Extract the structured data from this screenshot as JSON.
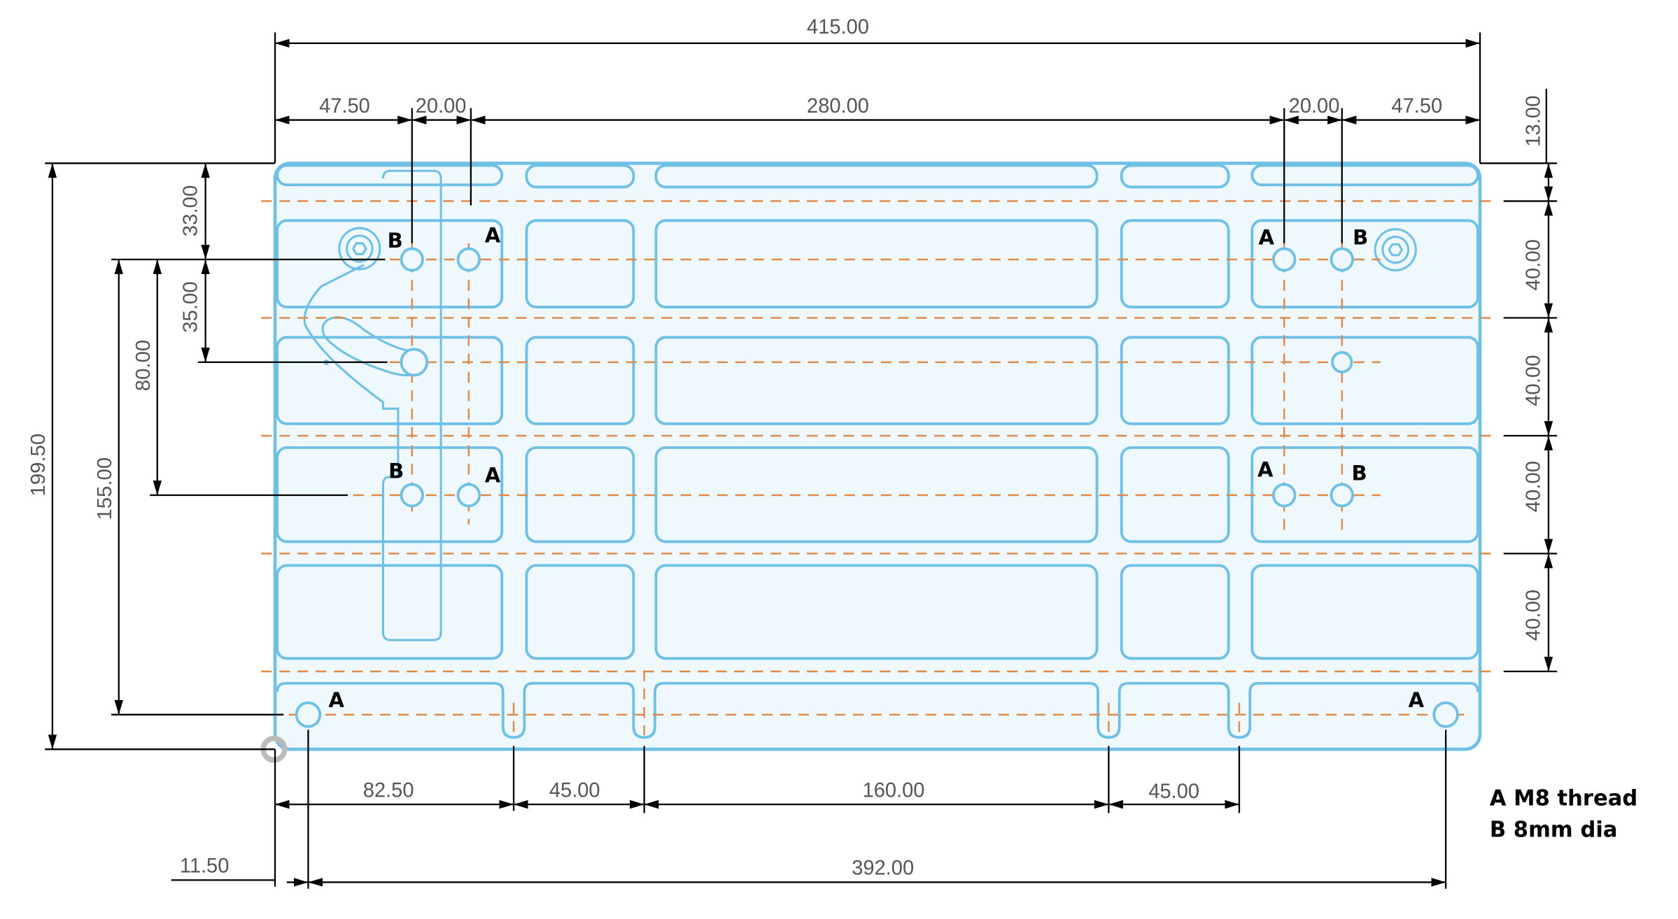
{
  "drawing": {
    "units": "mm",
    "colors": {
      "outline": "#6ec0e6",
      "fill": "#eef8fd",
      "centerline": "#e08a4a",
      "dimension": "#000000",
      "dimension_text": "#555555"
    },
    "horizontal_dimensions": {
      "overall_width": "415.00",
      "top_left_edge": "47.50",
      "top_left_pitch": "20.00",
      "top_middle": "280.00",
      "top_right_pitch": "20.00",
      "top_right_edge": "47.50",
      "bottom_slot_1": "82.50",
      "bottom_slot_2": "45.00",
      "bottom_slot_3": "160.00",
      "bottom_slot_4": "45.00",
      "bottom_hole_offset": "11.50",
      "bottom_hole_span": "392.00"
    },
    "vertical_dimensions": {
      "overall_height": "199.50",
      "hole_span": "155.00",
      "left_80": "80.00",
      "left_33": "33.00",
      "left_35": "35.00",
      "right_13": "13.00",
      "right_40_a": "40.00",
      "right_40_b": "40.00",
      "right_40_c": "40.00",
      "right_40_d": "40.00"
    },
    "hole_labels": {
      "a": "A",
      "b": "B"
    },
    "legend": [
      "A M8 thread",
      "B 8mm dia"
    ]
  }
}
